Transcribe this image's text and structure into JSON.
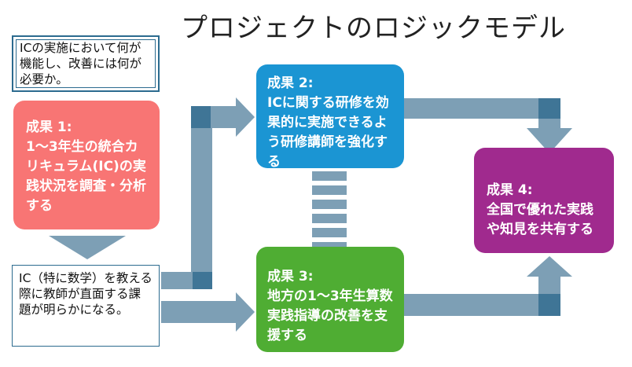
{
  "title": "プロジェクトのロジックモデル",
  "notes": {
    "top": "ICの実施において何が機能し、改善には何が必要か。",
    "bottom": "IC（特に数学）を教える際に教師が直面する課題が明らかになる。"
  },
  "outcomes": [
    {
      "head": "成果 1:",
      "body": "1〜3年生の統合カリキュラム(IC)の実践状況を調査・分析する",
      "color": "#f87574"
    },
    {
      "head": "成果 2:",
      "body": "ICに関する研修を効果的に実施できるよう研修講師を強化する",
      "color": "#1b95d3"
    },
    {
      "head": "成果 3:",
      "body": "地方の1〜3年生算数実践指導の改善を支援する",
      "color": "#4fad33"
    },
    {
      "head": "成果 4:",
      "body": "全国で優れた実践や知見を共有する",
      "color": "#a02a8e"
    }
  ],
  "colors": {
    "arrow": "#7d9fb5",
    "arrow_dark": "#3f7596",
    "note_border": "#2c6b8f"
  }
}
